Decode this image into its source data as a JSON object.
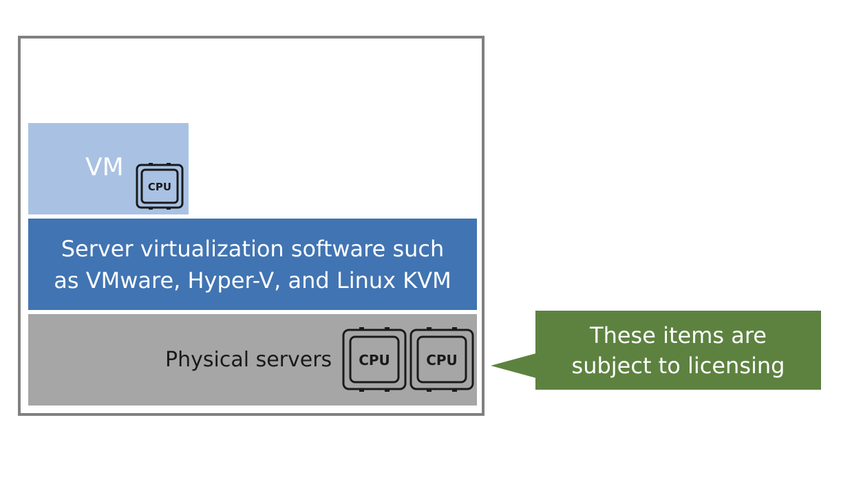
{
  "vm": {
    "label": "VM",
    "cpu_icon_label": "CPU"
  },
  "hypervisor": {
    "line1": "Server virtualization software such",
    "line2": "as VMware, Hyper-V, and Linux KVM"
  },
  "physical": {
    "label": "Physical servers",
    "cpu_icon_labels": [
      "CPU",
      "CPU"
    ]
  },
  "callout": {
    "line1": "These items are",
    "line2": "subject to licensing"
  },
  "colors": {
    "frame": "#808080",
    "vm_fill": "#a9c2e3",
    "hypervisor_fill": "#4174b2",
    "physical_fill": "#a6a6a6",
    "callout_fill": "#5d8240"
  }
}
